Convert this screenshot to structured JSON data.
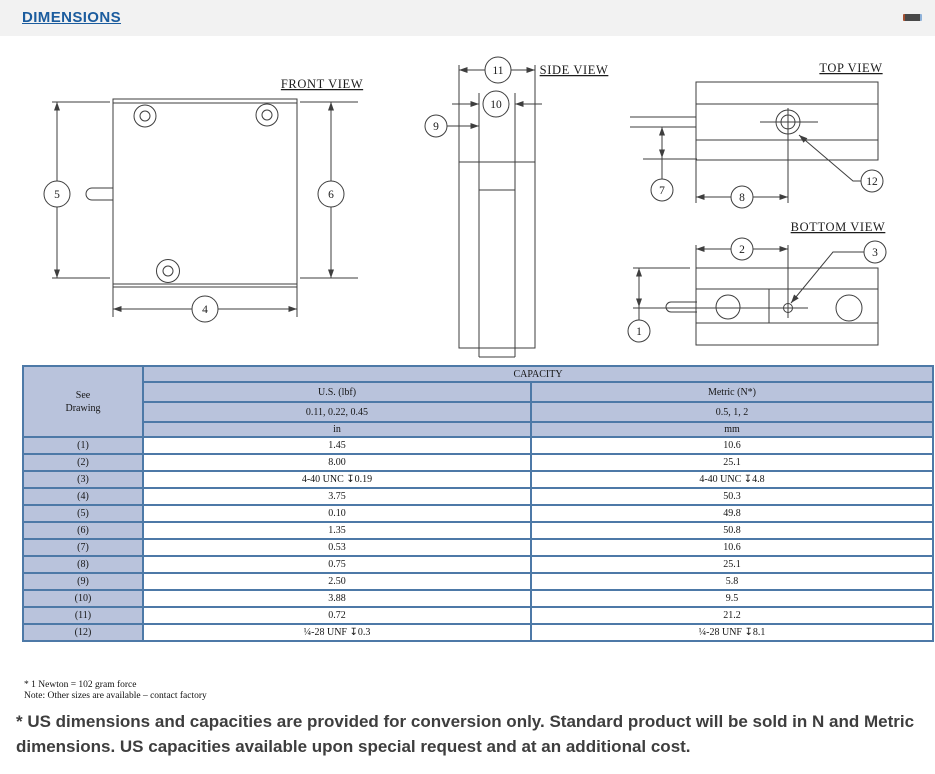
{
  "header": {
    "title": "DIMENSIONS"
  },
  "drawing": {
    "view_labels": {
      "front": "FRONT VIEW",
      "side": "SIDE VIEW",
      "top": "TOP VIEW",
      "bottom": "BOTTOM VIEW"
    },
    "balloons": {
      "1": "1",
      "2": "2",
      "3": "3",
      "4": "4",
      "5": "5",
      "6": "6",
      "7": "7",
      "8": "8",
      "9": "9",
      "10": "10",
      "11": "11",
      "12": "12"
    }
  },
  "table": {
    "see_drawing": "See\nDrawing",
    "capacity": "CAPACITY",
    "columns": {
      "us": "U.S. (lbf)",
      "metric": "Metric (N*)"
    },
    "capacities": {
      "us": "0.11, 0.22, 0.45",
      "metric": "0.5, 1, 2"
    },
    "units": {
      "us": "in",
      "metric": "mm"
    },
    "rows": [
      {
        "ref": "(1)",
        "us": "1.45",
        "metric": "10.6"
      },
      {
        "ref": "(2)",
        "us": "8.00",
        "metric": "25.1"
      },
      {
        "ref": "(3)",
        "us": "4-40 UNC  ↧0.19",
        "metric": "4-40 UNC  ↧4.8"
      },
      {
        "ref": "(4)",
        "us": "3.75",
        "metric": "50.3"
      },
      {
        "ref": "(5)",
        "us": "0.10",
        "metric": "49.8"
      },
      {
        "ref": "(6)",
        "us": "1.35",
        "metric": "50.8"
      },
      {
        "ref": "(7)",
        "us": "0.53",
        "metric": "10.6"
      },
      {
        "ref": "(8)",
        "us": "0.75",
        "metric": "25.1"
      },
      {
        "ref": "(9)",
        "us": "2.50",
        "metric": "5.8"
      },
      {
        "ref": "(10)",
        "us": "3.88",
        "metric": "9.5"
      },
      {
        "ref": "(11)",
        "us": "0.72",
        "metric": "21.2"
      },
      {
        "ref": "(12)",
        "us": "¼-28 UNF  ↧0.3",
        "metric": "¼-28 UNF  ↧8.1"
      }
    ]
  },
  "footnotes": [
    "* 1 Newton = 102 gram force",
    "Note: Other sizes are available – contact factory"
  ],
  "disclaimer": "* US dimensions and capacities are provided for conversion only. Standard product will be sold in N and Metric dimensions. US capacities available upon special request and at an additional cost."
}
